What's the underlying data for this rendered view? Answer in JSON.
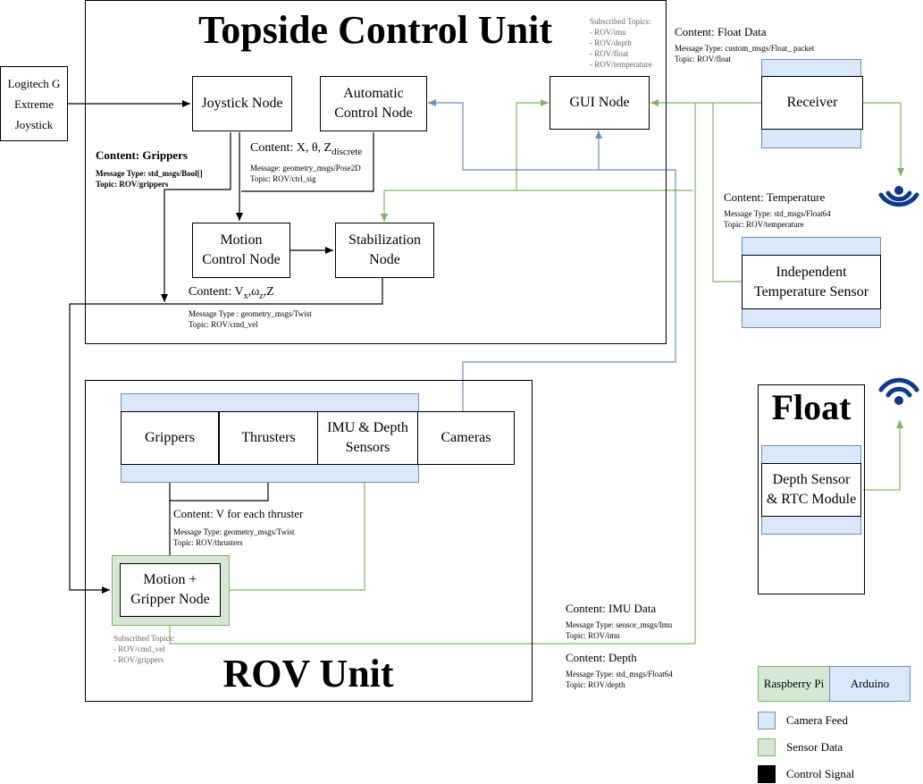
{
  "topside": {
    "title": "Topside Control Unit",
    "subscribed_title": "Subscribed Topics:",
    "subscribed": [
      "- ROV/imu",
      "- ROV/depth",
      "- ROV/float",
      "- ROV/temperature"
    ],
    "joystick_node": "Joystick Node",
    "auto_node_1": "Automatic",
    "auto_node_2": "Control Node",
    "gui_node": "GUI Node",
    "motion_node_1": "Motion",
    "motion_node_2": "Control Node",
    "stab_node_1": "Stabilization",
    "stab_node_2": "Node"
  },
  "external": {
    "joystick_1": "Logitech G",
    "joystick_2": "Extreme",
    "joystick_3": "Joystick",
    "receiver": "Receiver",
    "temp_sensor_1": "Independent",
    "temp_sensor_2": "Temperature Sensor"
  },
  "float": {
    "title": "Float",
    "depth_1": "Depth Sensor",
    "depth_2": "& RTC Module"
  },
  "rov": {
    "title": "ROV Unit",
    "grippers": "Grippers",
    "thrusters": "Thrusters",
    "imu_1": "IMU & Depth",
    "imu_2": "Sensors",
    "cameras": "Cameras",
    "motion_1": "Motion +",
    "motion_2": "Gripper Node",
    "subscribed_title": "Subscribed Topics:",
    "subscribed": [
      "- ROV/cmd_vel",
      "- ROV/grippers"
    ]
  },
  "messages": {
    "grippers": {
      "content": "Content: Grippers",
      "type": "Message Type: std_msgs/Bool[]",
      "topic": "Topic: ROV/grippers"
    },
    "ctrl": {
      "content_prefix": "Content: X, θ, Z",
      "content_sub": "discrete",
      "type": "Message: geometry_msgs/Pose2D",
      "topic": "Topic: ROV/ctrl_sig"
    },
    "cmd_vel": {
      "content_prefix": "Content: V",
      "sub1": "x",
      "mid": ",ω",
      "sub2": "z",
      "suffix": ",Z",
      "type": "Message Type : geometry_msgs/Twist",
      "topic": "Topic: ROV/cmd_vel"
    },
    "float": {
      "content": "Content: Float Data",
      "type": "Message Type: custom_msgs/Float_ packet",
      "topic": "Topic: ROV/float"
    },
    "temperature": {
      "content": "Content: Temperature",
      "type": "Message Type: std_msgs/Float64",
      "topic": "Topic: ROV/temperature"
    },
    "thrusters": {
      "content": "Content: V for each thruster",
      "type": "Message Type: geometry_msgs/Twist",
      "topic": "Topic: ROV/thrusters"
    },
    "imu": {
      "content": "Content: IMU Data",
      "type": "Message Type: sensor_msgs/Imu",
      "topic": "Topic: ROV/imu"
    },
    "depth": {
      "content": "Content: Depth",
      "type": "Message Type: std_msgs/Float64",
      "topic": "Topic: ROV/depth"
    }
  },
  "legend": {
    "raspberry_pi": "Raspberry Pi",
    "arduino": "Arduino",
    "camera_feed": "Camera Feed",
    "sensor_data": "Sensor Data",
    "control_signal": "Control Signal"
  },
  "colors": {
    "blue_fill": "#dae8fc",
    "blue_line": "#6c8ebf",
    "green_fill": "#d5e8d4",
    "green_line": "#82b366",
    "black": "#000000",
    "wifi": "#0d3a8c"
  },
  "icons": [
    "wifi-icon"
  ]
}
